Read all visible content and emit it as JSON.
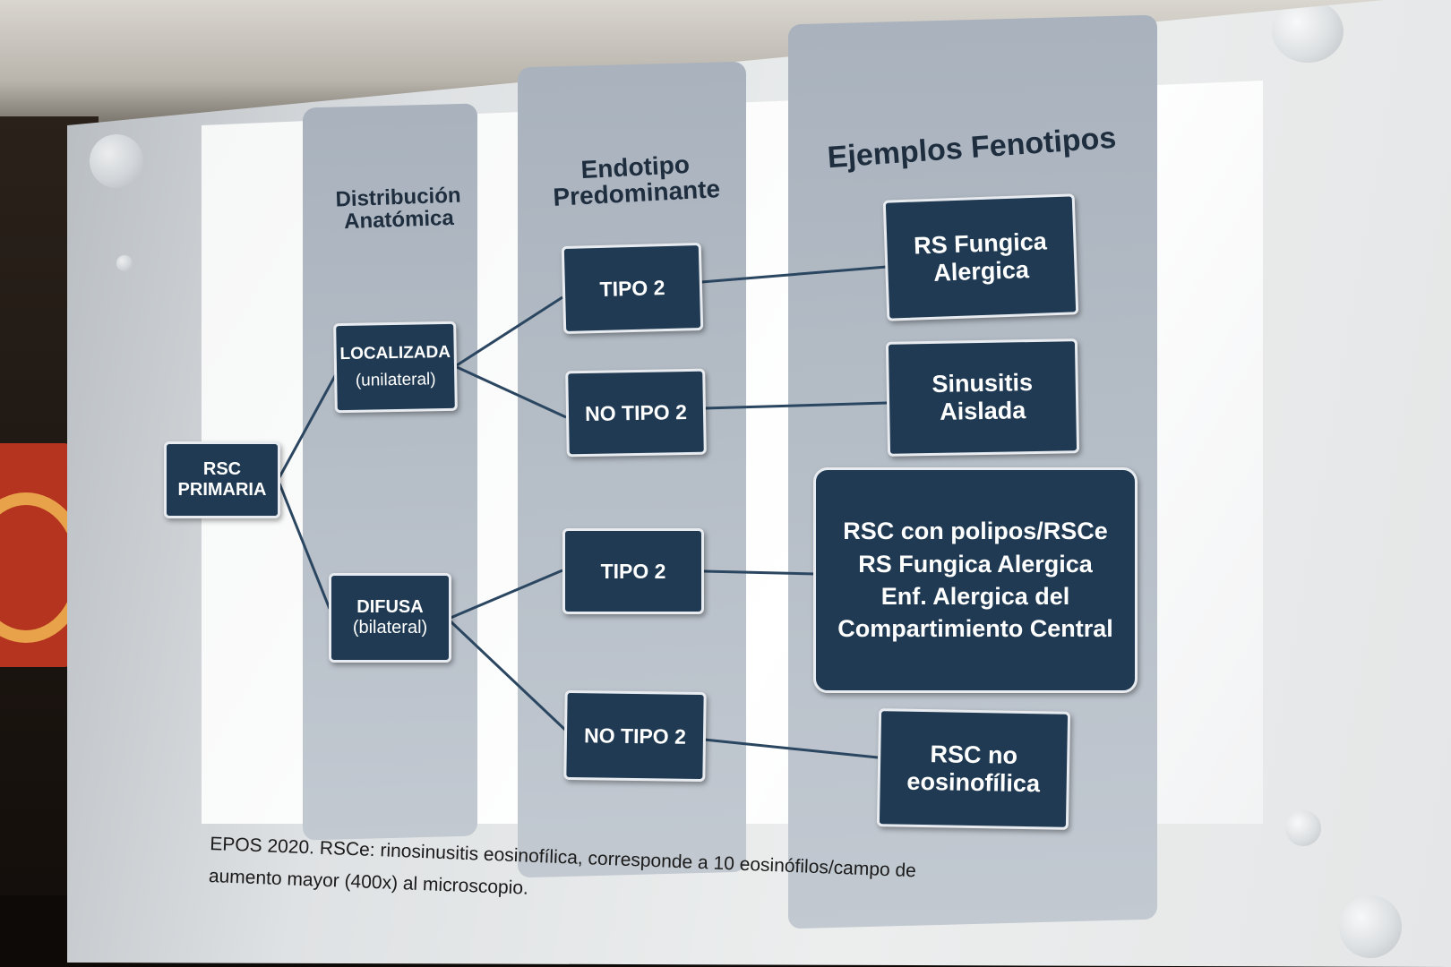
{
  "columns": {
    "distribucion": {
      "title_line1": "Distribución",
      "title_line2": "Anatómica"
    },
    "endotipo": {
      "title_line1": "Endotipo",
      "title_line2": "Predominante"
    },
    "fenotipos": {
      "title": "Ejemplos Fenotipos"
    }
  },
  "nodes": {
    "root": {
      "line1": "RSC",
      "line2": "PRIMARIA"
    },
    "localizada": {
      "line1": "LOCALIZADA",
      "line2": "(unilateral)"
    },
    "difusa": {
      "line1": "DIFUSA",
      "line2": "(bilateral)"
    },
    "loc_tipo2": {
      "label": "TIPO 2"
    },
    "loc_notipo2": {
      "label": "NO TIPO 2"
    },
    "dif_tipo2": {
      "label": "TIPO 2"
    },
    "dif_notipo2": {
      "label": "NO TIPO 2"
    },
    "fen_fungica": {
      "line1": "RS Fungica",
      "line2": "Alergica"
    },
    "fen_aislada": {
      "line1": "Sinusitis",
      "line2": "Aislada"
    },
    "fen_polipos": {
      "line1": "RSC con polipos/RSCe",
      "line2": "RS Fungica Alergica",
      "line3": "Enf. Alergica del",
      "line4": "Compartimiento Central"
    },
    "fen_noeos": {
      "line1": "RSC no",
      "line2": "eosinofílica"
    }
  },
  "caption": {
    "line1": "EPOS 2020. RSCe: rinosinusitis eosinofílica, corresponde a 10 eosinófilos/campo de",
    "line2": "aumento mayor (400x) al microscopio."
  },
  "colors": {
    "box_fill": "#1f3a52",
    "column_fill": "#b5bec8",
    "connector": "#2b4660"
  }
}
